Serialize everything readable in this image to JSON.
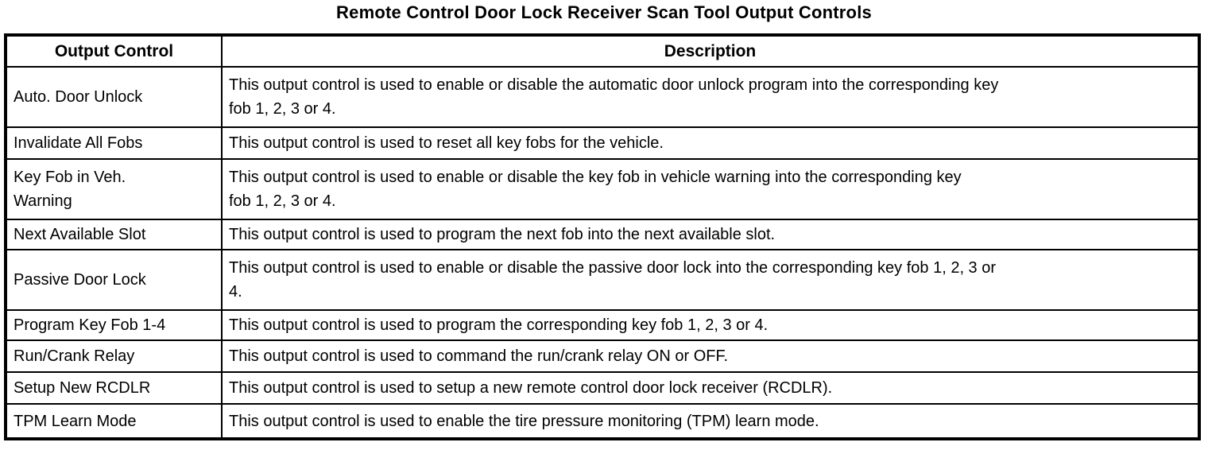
{
  "title": "Remote Control Door Lock Receiver Scan Tool Output Controls",
  "table": {
    "columns": [
      "Output Control",
      "Description"
    ],
    "rows": [
      {
        "control": "Auto. Door Unlock",
        "description": "This output control is used to enable or disable the automatic door unlock program into the corresponding key\nfob 1, 2, 3 or 4."
      },
      {
        "control": "Invalidate All Fobs",
        "description": "This output control is used to reset all key fobs for the vehicle."
      },
      {
        "control": "Key Fob in Veh.\nWarning",
        "description": "This output control is used to enable or disable the key fob in vehicle warning into the corresponding key\nfob 1, 2, 3 or 4."
      },
      {
        "control": "Next Available Slot",
        "description": "This output control is used to program the next fob into the next available slot."
      },
      {
        "control": "Passive Door Lock",
        "description": "This output control is used to enable or disable the passive door lock into the corresponding key fob 1, 2, 3 or\n4."
      },
      {
        "control": "Program Key Fob 1-4",
        "description": "This output control is used to program the corresponding key fob 1, 2, 3 or 4."
      },
      {
        "control": "Run/Crank Relay",
        "description": "This output control is used to command the run/crank relay ON or OFF."
      },
      {
        "control": "Setup New RCDLR",
        "description": "This output control is used to setup a new remote control door lock receiver (RCDLR)."
      },
      {
        "control": "TPM Learn Mode",
        "description": "This output control is used to enable the tire pressure monitoring (TPM) learn mode."
      }
    ]
  }
}
